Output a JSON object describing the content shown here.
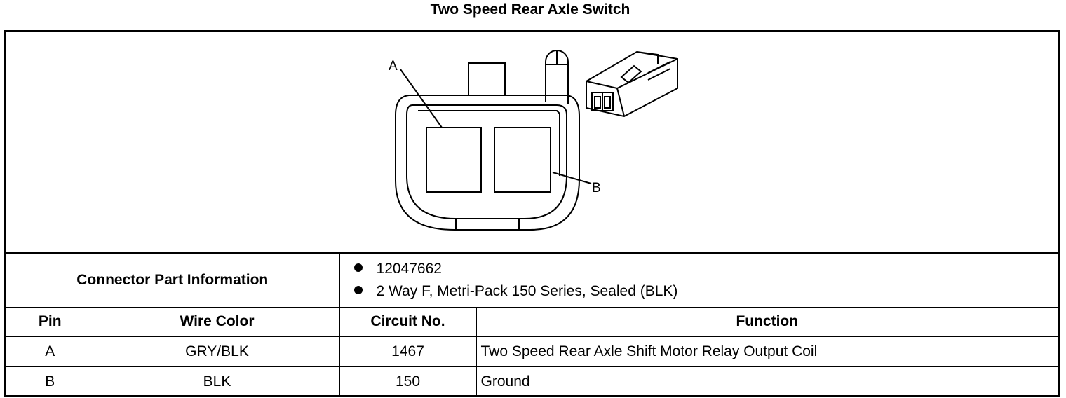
{
  "title": "Two Speed Rear Axle Switch",
  "diagram": {
    "pin_labels": [
      "A",
      "B"
    ]
  },
  "connector_info": {
    "label": "Connector Part Information",
    "items": [
      "12047662",
      "2 Way F, Metri-Pack 150 Series, Sealed (BLK)"
    ]
  },
  "table": {
    "headers": [
      "Pin",
      "Wire Color",
      "Circuit No.",
      "Function"
    ],
    "rows": [
      {
        "pin": "A",
        "wire_color": "GRY/BLK",
        "circuit": "1467",
        "function": "Two Speed Rear Axle Shift Motor Relay Output Coil"
      },
      {
        "pin": "B",
        "wire_color": "BLK",
        "circuit": "150",
        "function": "Ground"
      }
    ]
  }
}
